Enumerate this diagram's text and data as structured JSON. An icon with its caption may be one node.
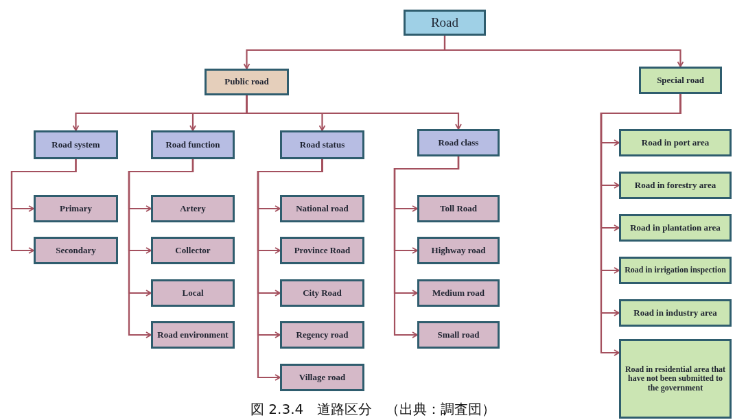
{
  "diagram": {
    "caption": "図 2.3.4　道路区分　（出典：調査団）",
    "nodes": [
      {
        "text": [
          "Road"
        ]
      },
      {
        "text": [
          "Public road"
        ]
      },
      {
        "text": [
          "Road system"
        ]
      },
      {
        "text": [
          "Primary"
        ]
      },
      {
        "text": [
          "Secondary"
        ]
      },
      {
        "text": [
          "Road function"
        ]
      },
      {
        "text": [
          "Artery"
        ]
      },
      {
        "text": [
          "Collector"
        ]
      },
      {
        "text": [
          "Local"
        ]
      },
      {
        "text": [
          "Road environment"
        ]
      },
      {
        "text": [
          "Road status"
        ]
      },
      {
        "text": [
          "National road"
        ]
      },
      {
        "text": [
          "Province Road"
        ]
      },
      {
        "text": [
          "City Road"
        ]
      },
      {
        "text": [
          "Regency road"
        ]
      },
      {
        "text": [
          "Village road"
        ]
      },
      {
        "text": [
          "Road class"
        ]
      },
      {
        "text": [
          "Toll Road"
        ]
      },
      {
        "text": [
          "Highway road"
        ]
      },
      {
        "text": [
          "Medium road"
        ]
      },
      {
        "text": [
          "Small road"
        ]
      },
      {
        "text": [
          "Special road"
        ]
      },
      {
        "text": [
          "Road in port area"
        ]
      },
      {
        "text": [
          "Road in forestry area"
        ]
      },
      {
        "text": [
          "Road in plantation area"
        ]
      },
      {
        "text": [
          "Road in irrigation inspection"
        ]
      },
      {
        "text": [
          "Road in industry area"
        ]
      },
      {
        "text": [
          "Road in residential area that have not been submitted to the government"
        ]
      }
    ],
    "edges": [
      {
        "from": 0,
        "to": 1,
        "arrow": "to"
      },
      {
        "from": 0,
        "to": 21,
        "arrow": "to"
      },
      {
        "from": 1,
        "to": 2,
        "arrow": "to"
      },
      {
        "from": 1,
        "to": 5,
        "arrow": "to"
      },
      {
        "from": 1,
        "to": 10,
        "arrow": "to"
      },
      {
        "from": 1,
        "to": 16,
        "arrow": "to"
      },
      {
        "from": 2,
        "to": 3,
        "arrow": "to"
      },
      {
        "from": 2,
        "to": 4,
        "arrow": "to"
      },
      {
        "from": 5,
        "to": 6,
        "arrow": "to"
      },
      {
        "from": 5,
        "to": 7,
        "arrow": "to"
      },
      {
        "from": 5,
        "to": 8,
        "arrow": "to"
      },
      {
        "from": 5,
        "to": 9,
        "arrow": "to"
      },
      {
        "from": 10,
        "to": 11,
        "arrow": "to"
      },
      {
        "from": 10,
        "to": 12,
        "arrow": "to"
      },
      {
        "from": 10,
        "to": 13,
        "arrow": "to"
      },
      {
        "from": 10,
        "to": 14,
        "arrow": "to"
      },
      {
        "from": 10,
        "to": 15,
        "arrow": "to"
      },
      {
        "from": 16,
        "to": 17,
        "arrow": "to"
      },
      {
        "from": 16,
        "to": 18,
        "arrow": "to"
      },
      {
        "from": 16,
        "to": 19,
        "arrow": "to"
      },
      {
        "from": 16,
        "to": 20,
        "arrow": "to"
      },
      {
        "from": 21,
        "to": 22,
        "arrow": "to"
      },
      {
        "from": 21,
        "to": 23,
        "arrow": "to"
      },
      {
        "from": 21,
        "to": 24,
        "arrow": "to"
      },
      {
        "from": 21,
        "to": 25,
        "arrow": "to"
      },
      {
        "from": 21,
        "to": 26,
        "arrow": "to"
      },
      {
        "from": 21,
        "to": 27,
        "arrow": "to"
      }
    ]
  }
}
